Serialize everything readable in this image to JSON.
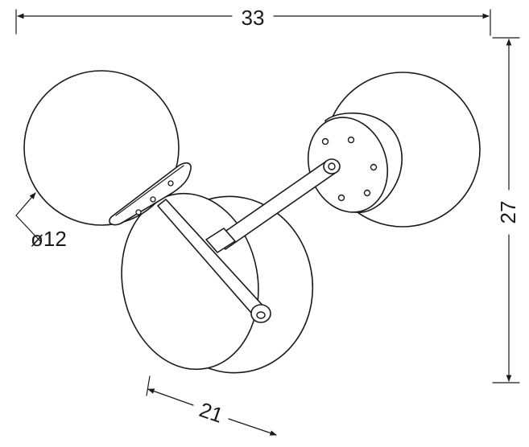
{
  "dimensions": {
    "width": "33",
    "height": "27",
    "depth": "21",
    "shade_diameter": "ø12"
  },
  "colors": {
    "line": "#1a1a1a",
    "background": "#ffffff"
  }
}
